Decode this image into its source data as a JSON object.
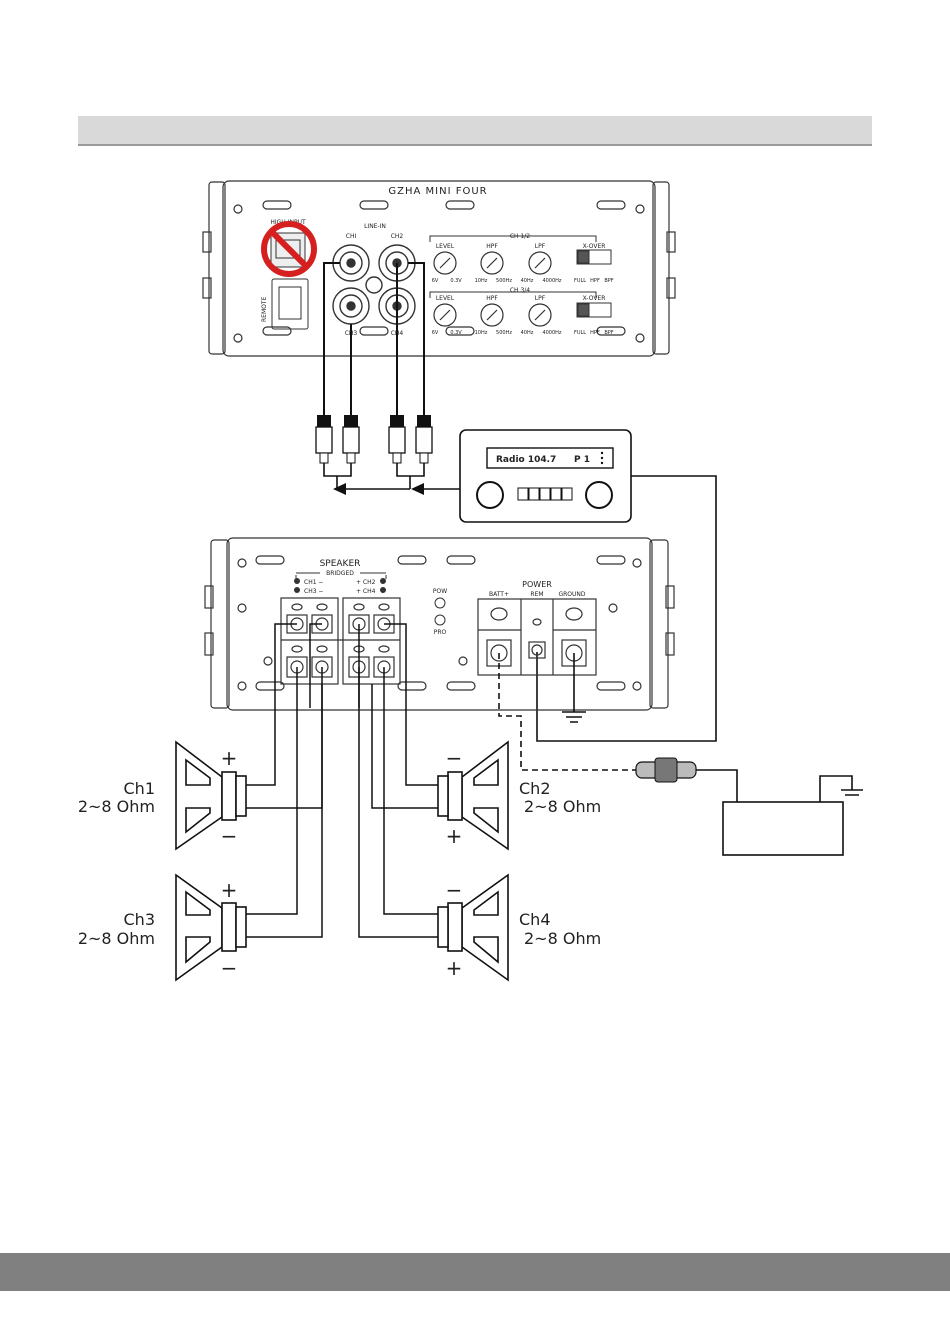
{
  "amp_top": {
    "model": "GZHA MINI FOUR",
    "high_input": "HIGH INPUT",
    "remote": "REMOTE",
    "line_in": "LINE-IN",
    "ch1": "CHI",
    "ch2": "CH2",
    "ch3": "CH3",
    "ch4": "CH4",
    "ch12": "CH 1/2",
    "ch34": "CH 3/4",
    "level": "LEVEL",
    "hpf": "HPF",
    "lpf": "LPF",
    "xover": "X-OVER",
    "level_min": "6V",
    "level_max": "0.3V",
    "hpf_min": "10Hz",
    "hpf_max": "500Hz",
    "lpf_min": "40Hz",
    "lpf_max": "4000Hz",
    "full": "FULL",
    "hpf_mode": "HPF",
    "bpf_mode": "BPF"
  },
  "radio": {
    "display": "Radio 104.7",
    "preset": "P 1"
  },
  "amp_bottom": {
    "speaker": "SPEAKER",
    "bridged": "BRIDGED",
    "ch1_minus": "CH1 −",
    "ch3_minus": "CH3 −",
    "ch2_plus": "+ CH2",
    "ch4_plus": "+ CH4",
    "pow": "POW",
    "pro": "PRO",
    "power": "POWER",
    "batt": "BATT+",
    "rem": "REM",
    "ground": "GROUND"
  },
  "speakers": [
    {
      "name": "Ch1",
      "ohm": "2~8 Ohm",
      "top_sign": "+",
      "bottom_sign": "−"
    },
    {
      "name": "Ch2",
      "ohm": "2~8 Ohm",
      "top_sign": "−",
      "bottom_sign": "+"
    },
    {
      "name": "Ch3",
      "ohm": "2~8 Ohm",
      "top_sign": "+",
      "bottom_sign": "−"
    },
    {
      "name": "Ch4",
      "ohm": "2~8 Ohm",
      "top_sign": "−",
      "bottom_sign": "+"
    }
  ]
}
